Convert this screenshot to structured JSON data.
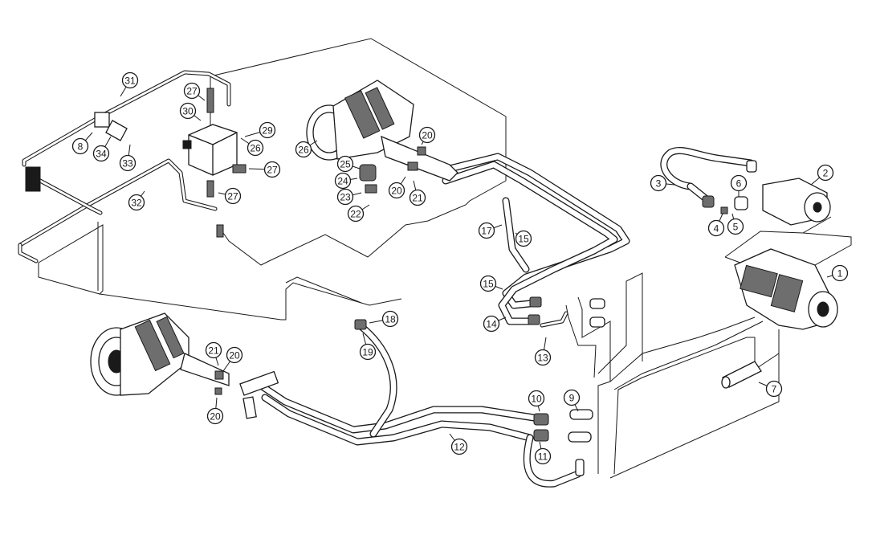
{
  "diagram": {
    "callouts": [
      {
        "id": "c1",
        "label": "1"
      },
      {
        "id": "c2",
        "label": "2"
      },
      {
        "id": "c3",
        "label": "3"
      },
      {
        "id": "c4",
        "label": "4"
      },
      {
        "id": "c5",
        "label": "5"
      },
      {
        "id": "c6",
        "label": "6"
      },
      {
        "id": "c7",
        "label": "7"
      },
      {
        "id": "c8",
        "label": "8"
      },
      {
        "id": "c9",
        "label": "9"
      },
      {
        "id": "c10",
        "label": "10"
      },
      {
        "id": "c11",
        "label": "11"
      },
      {
        "id": "c12",
        "label": "12"
      },
      {
        "id": "c13",
        "label": "13"
      },
      {
        "id": "c14",
        "label": "14"
      },
      {
        "id": "c15a",
        "label": "15"
      },
      {
        "id": "c15b",
        "label": "15"
      },
      {
        "id": "c17",
        "label": "17"
      },
      {
        "id": "c18",
        "label": "18"
      },
      {
        "id": "c19",
        "label": "19"
      },
      {
        "id": "c20a",
        "label": "20"
      },
      {
        "id": "c20b",
        "label": "20"
      },
      {
        "id": "c20c",
        "label": "20"
      },
      {
        "id": "c20d",
        "label": "20"
      },
      {
        "id": "c21a",
        "label": "21"
      },
      {
        "id": "c21b",
        "label": "21"
      },
      {
        "id": "c22",
        "label": "22"
      },
      {
        "id": "c23",
        "label": "23"
      },
      {
        "id": "c24",
        "label": "24"
      },
      {
        "id": "c25",
        "label": "25"
      },
      {
        "id": "c26",
        "label": "26"
      },
      {
        "id": "c26b",
        "label": "26"
      },
      {
        "id": "c27a",
        "label": "27"
      },
      {
        "id": "c27b",
        "label": "27"
      },
      {
        "id": "c27c",
        "label": "27"
      },
      {
        "id": "c29",
        "label": "29"
      },
      {
        "id": "c30",
        "label": "30"
      },
      {
        "id": "c31",
        "label": "31"
      },
      {
        "id": "c32",
        "label": "32"
      },
      {
        "id": "c33",
        "label": "33"
      },
      {
        "id": "c34",
        "label": "34"
      }
    ]
  }
}
